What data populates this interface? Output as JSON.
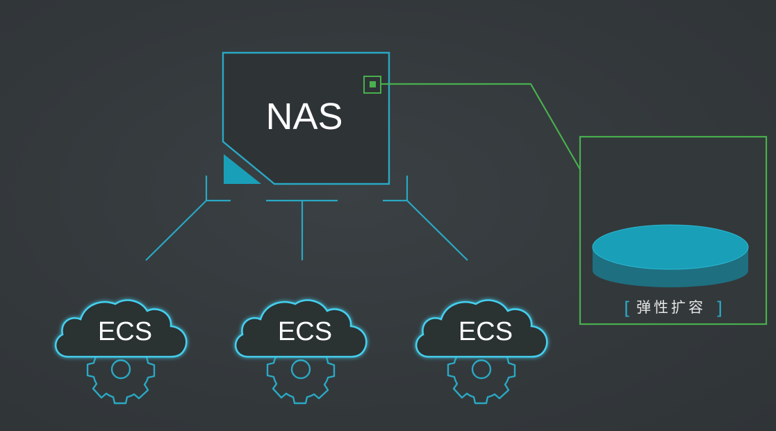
{
  "nas": {
    "label": "NAS"
  },
  "ecs_nodes": [
    {
      "label": "ECS"
    },
    {
      "label": "ECS"
    },
    {
      "label": "ECS"
    }
  ],
  "detail_panel": {
    "caption": "弹性扩容",
    "bracket_open": "[",
    "bracket_close": "]"
  },
  "colors": {
    "background": "#353a3d",
    "cyan_line": "#2aa9c4",
    "cyan_glow": "#45d0ee",
    "green_line": "#49b04e",
    "disk_top": "#1a9fb8",
    "disk_side": "#1e6f80"
  }
}
